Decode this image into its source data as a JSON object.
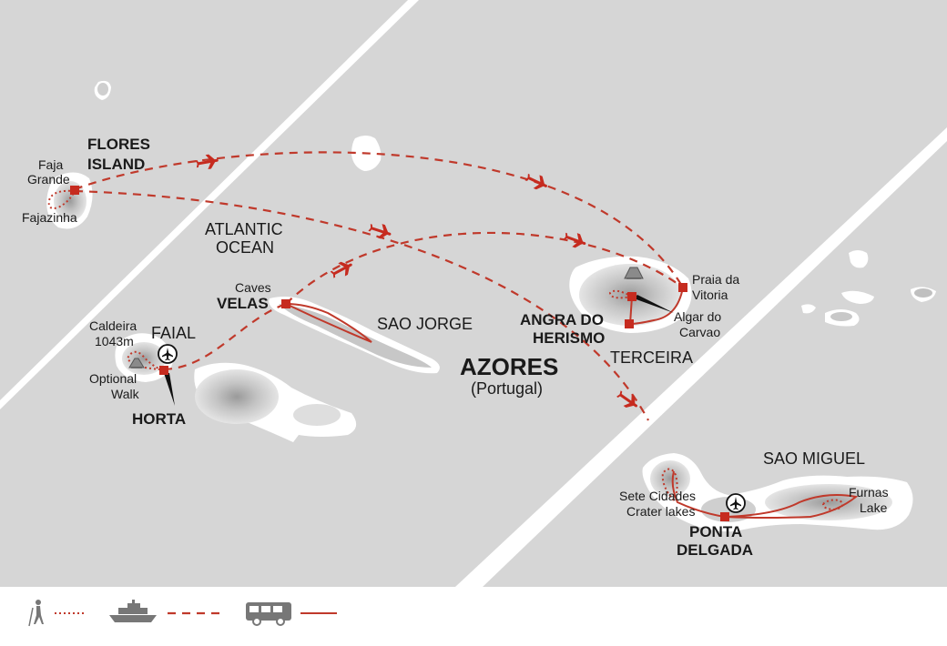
{
  "labels": {
    "flores_line1": "FLORES",
    "flores_line2": "ISLAND",
    "faja_line1": "Faja",
    "faja_line2": "Grande",
    "fajazinha": "Fajazinha",
    "atlantic_line1": "ATLANTIC",
    "atlantic_line2": "OCEAN",
    "caves": "Caves",
    "velas": "VELAS",
    "sao_jorge": "SAO JORGE",
    "caldeira_line1": "Caldeira",
    "caldeira_line2": "1043m",
    "faial": "FAIAL",
    "optional_line1": "Optional",
    "optional_line2": "Walk",
    "horta": "HORTA",
    "azores": "AZORES",
    "portugal": "(Portugal)",
    "praia_line1": "Praia da",
    "praia_line2": "Vitoria",
    "angra_line1": "ANGRA DO",
    "angra_line2": "HERISMO",
    "algar_line1": "Algar do",
    "algar_line2": "Carvao",
    "terceira": "TERCEIRA",
    "sao_miguel": "SAO MIGUEL",
    "sete_line1": "Sete Cidades",
    "sete_line2": "Crater lakes",
    "furnas_line1": "Furnas",
    "furnas_line2": "Lake",
    "ponta_line1": "PONTA",
    "ponta_line2": "DELGADA"
  },
  "legend": [
    {
      "mode": "walk",
      "icon": "hiker-icon",
      "line": "dotted"
    },
    {
      "mode": "ferry",
      "icon": "ship-icon",
      "line": "dashed"
    },
    {
      "mode": "bus",
      "icon": "bus-icon",
      "line": "solid"
    }
  ],
  "colors": {
    "sea": "#d6d6d6",
    "route": "#c0392b",
    "marker": "#c62b1f",
    "land": "#eeeeee",
    "text": "#1a1a1a"
  }
}
